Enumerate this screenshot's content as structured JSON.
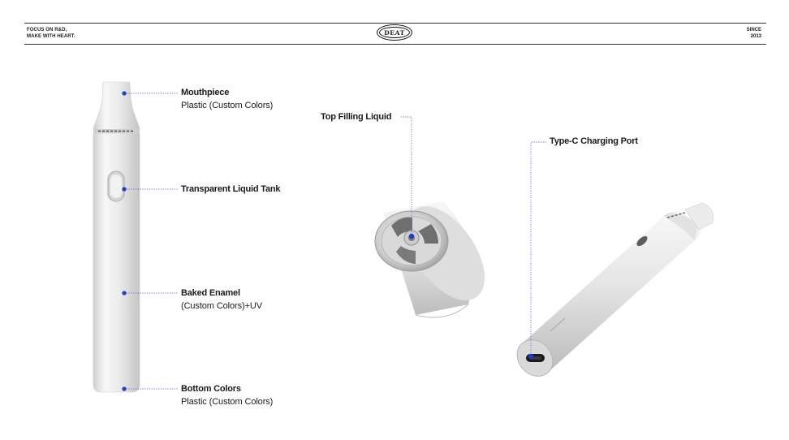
{
  "header": {
    "tagline_line1": "FOCUS ON R&D,",
    "tagline_line2": "MAKE WITH HEART.",
    "logo_text": "DEAT",
    "since_line1": "SINCE",
    "since_line2": "2013"
  },
  "callouts": {
    "mouthpiece": {
      "title": "Mouthpiece",
      "sub": "Plastic (Custom Colors)"
    },
    "tank": {
      "title": "Transparent Liquid Tank"
    },
    "body": {
      "title": "Baked Enamel",
      "sub": "(Custom Colors)+UV"
    },
    "bottom": {
      "title": "Bottom Colors",
      "sub": "Plastic (Custom Colors)"
    },
    "top_filling": {
      "title": "Top Filling Liquid"
    },
    "charging": {
      "title": "Type-C Charging Port"
    }
  },
  "colors": {
    "marker": "#1f3fbf",
    "leader": "#5a6fd0",
    "device": "#e9e9e9"
  }
}
